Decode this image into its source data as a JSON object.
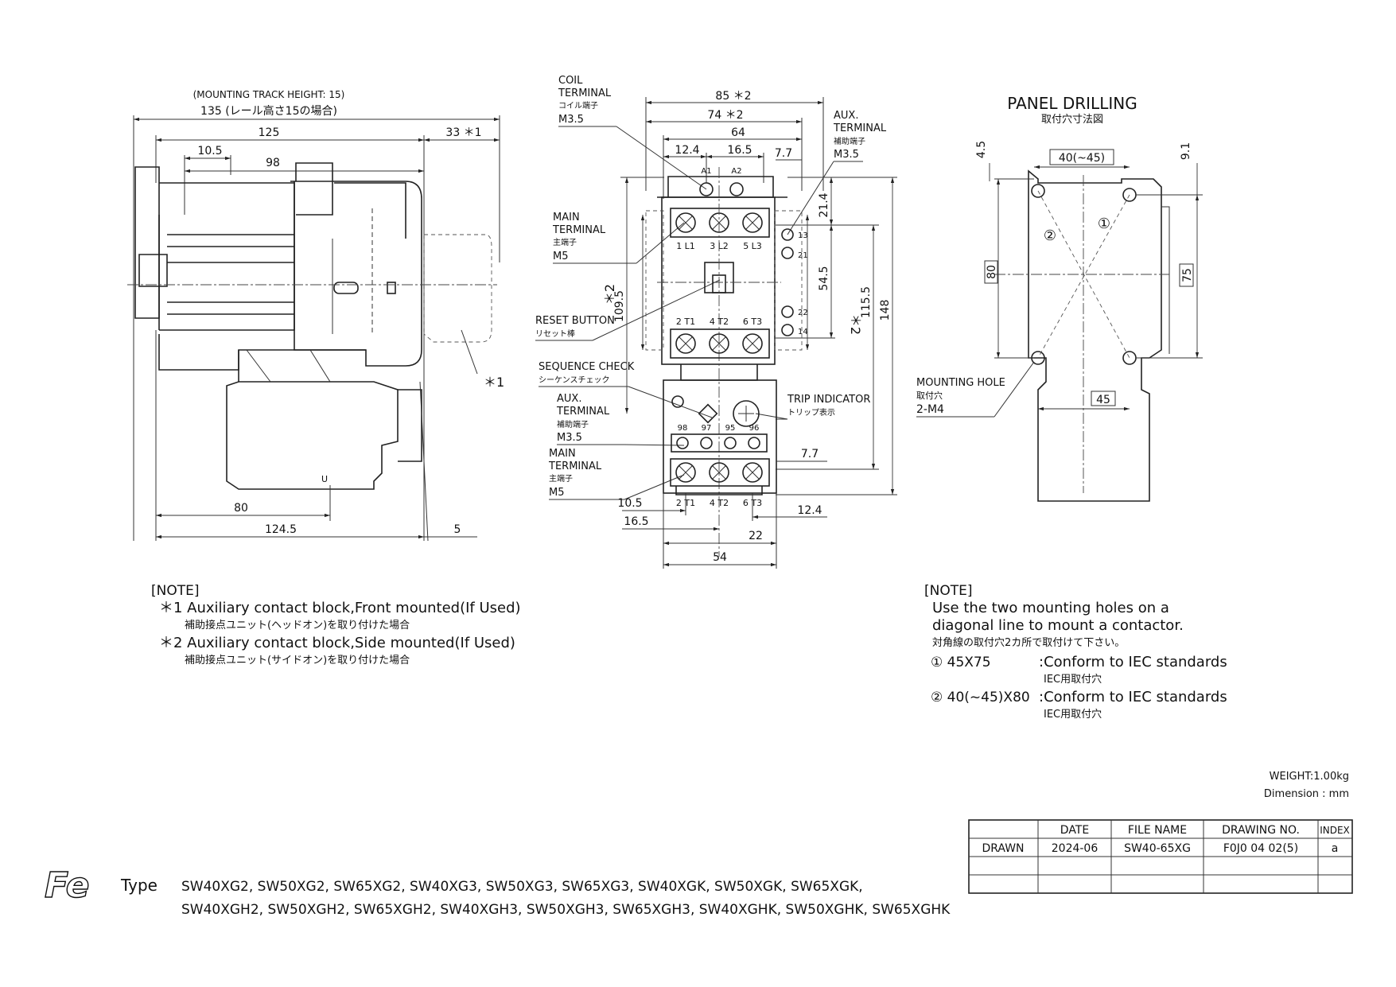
{
  "side_view": {
    "track_height_note": "(MOUNTING TRACK HEIGHT: 15)",
    "dim_135": "135 (レール高さ15の場合)",
    "dim_125": "125",
    "dim_33": "33 ＊1",
    "dim_10_5": "10.5",
    "dim_98": "98",
    "dim_80": "80",
    "dim_124_5": "124.5",
    "dim_5": "5",
    "callout_1": "＊1",
    "u_mark": "U"
  },
  "front_view": {
    "coil_terminal": [
      "COIL",
      "TERMINAL",
      "コイル端子",
      "M3.5"
    ],
    "aux_terminal_top": [
      "AUX.",
      "TERMINAL",
      "補助端子",
      "M3.5"
    ],
    "main_terminal_top": [
      "MAIN",
      "TERMINAL",
      "主端子",
      "M5"
    ],
    "reset_button": [
      "RESET BUTTON",
      "リセット棒"
    ],
    "sequence_check": [
      "SEQUENCE CHECK",
      "シーケンスチェック"
    ],
    "aux_terminal_bottom": [
      "AUX.",
      "TERMINAL",
      "補助端子",
      "M3.5"
    ],
    "main_terminal_bottom": [
      "MAIN",
      "TERMINAL",
      "主端子",
      "M5"
    ],
    "trip_indicator": [
      "TRIP INDICATOR",
      "トリップ表示"
    ],
    "dim_85": "85 ＊2",
    "dim_74": "74 ＊2",
    "dim_64": "64",
    "dim_12_4": "12.4",
    "dim_16_5": "16.5",
    "dim_7_7_top": "7.7",
    "dim_21_4": "21.4",
    "dim_54_5": "54.5",
    "dim_109_5": "109.5",
    "dim_115_5": "115.5",
    "dim_148": "148",
    "dim_7_7_bottom": "7.7",
    "dim_10_5": "10.5",
    "dim_16_5_bottom": "16.5",
    "dim_12_4_bottom": "12.4",
    "dim_22": "22",
    "dim_54": "54",
    "star2_left": "＊2",
    "star2_right": "＊2",
    "coil_labels": [
      "A1",
      "A2"
    ],
    "line_labels": [
      "1 L1",
      "3 L2",
      "5 L3"
    ],
    "load_labels": [
      "2 T1",
      "4 T2",
      "6 T3"
    ],
    "aux_nos": [
      "13",
      "21",
      "22",
      "14"
    ],
    "ol_aux": [
      "98",
      "97",
      "95",
      "96"
    ],
    "ol_load": [
      "2 T1",
      "4 T2",
      "6 T3"
    ]
  },
  "panel_drilling": {
    "title": "PANEL DRILLING",
    "title_jp": "取付穴寸法図",
    "dim_40_45": "40(~45)",
    "dim_4_5": "4.5",
    "dim_9_1": "9.1",
    "dim_80": "80",
    "dim_75": "75",
    "dim_45": "45",
    "circle_1": "①",
    "circle_2": "②",
    "mounting_hole": [
      "MOUNTING HOLE",
      "取付穴",
      "2-M4"
    ]
  },
  "note_left": {
    "heading": "[NOTE]",
    "lines": [
      "＊1  Auxiliary contact block,Front mounted(If Used)",
      "補助接点ユニット(ヘッドオン)を取り付けた場合",
      "＊2  Auxiliary contact block,Side mounted(If Used)",
      "補助接点ユニット(サイドオン)を取り付けた場合"
    ]
  },
  "note_right": {
    "heading": "[NOTE]",
    "lines": [
      "Use the two mounting holes on a",
      "diagonal line to mount a contactor.",
      "対角線の取付穴2カ所で取付けて下さい。"
    ],
    "items": [
      {
        "key": "① 45X75",
        "value": ":Conform to IEC standards",
        "jp": "IEC用取付穴"
      },
      {
        "key": "② 40(~45)X80",
        "value": ":Conform to IEC standards",
        "jp": "IEC用取付穴"
      }
    ]
  },
  "weight": "WEIGHT:1.00kg",
  "dimension_unit": "Dimension : mm",
  "title_block": {
    "headers": [
      "DATE",
      "FILE NAME",
      "DRAWING NO.",
      "INDEX"
    ],
    "row_label": "DRAWN",
    "date": "2024-06",
    "file_name": "SW40-65XG",
    "drawing_no": "F0J0 04 02(5)",
    "index": "a"
  },
  "logo_text": "Fe",
  "type_label": "Type",
  "type_line1": "SW40XG2, SW50XG2, SW65XG2, SW40XG3, SW50XG3, SW65XG3, SW40XGK, SW50XGK, SW65XGK,",
  "type_line2": "SW40XGH2, SW50XGH2, SW65XGH2, SW40XGH3, SW50XGH3, SW65XGH3, SW40XGHK, SW50XGHK, SW65XGHK"
}
